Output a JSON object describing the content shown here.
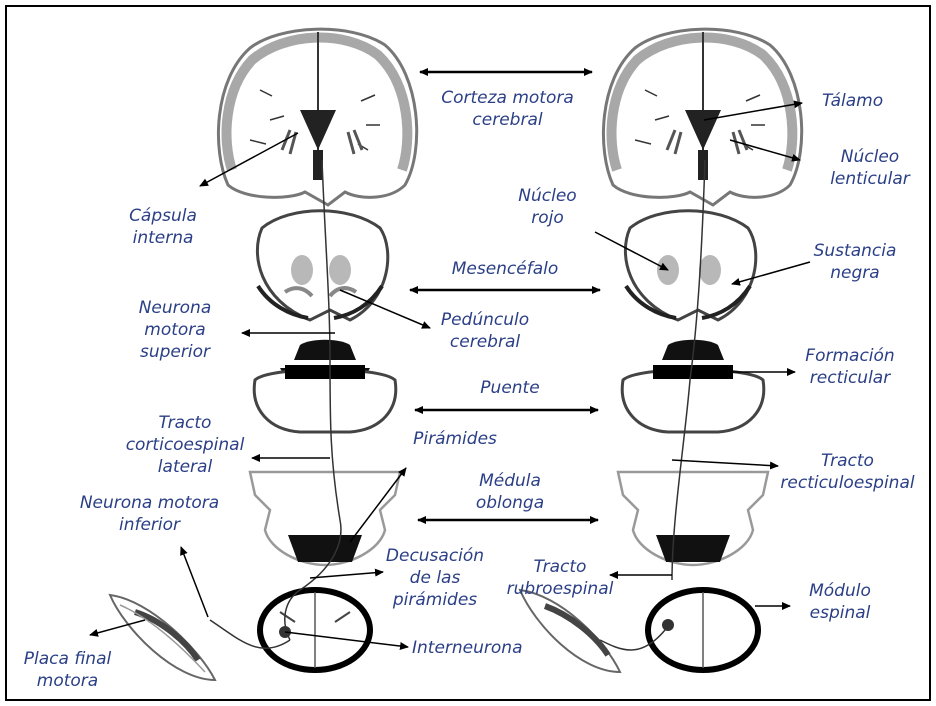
{
  "colors": {
    "label": "#2b3f86",
    "line": "#000000",
    "gray": "#8a8a8a",
    "lightgray": "#bdbdbd"
  },
  "labels": {
    "corteza_motora_cerebral": "Corteza motora\ncerebral",
    "talamo": "Tálamo",
    "nucleo_lenticular": "Núcleo\nlenticular",
    "capsula_interna": "Cápsula\ninterna",
    "nucleo_rojo": "Núcleo\nrojo",
    "mesencefalo": "Mesencéfalo",
    "sustancia_negra": "Sustancia\nnegra",
    "neurona_motora_superior": "Neurona\nmotora\nsuperior",
    "peduncul_cerebral": "Pedúnculo\ncerebral",
    "formacion_recticular": "Formación\nrecticular",
    "puente": "Puente",
    "tracto_corticoespinal_lateral": "Tracto\ncorticoespinal\nlateral",
    "piramides": "Pirámides",
    "tracto_recticuloespinal": "Tracto\nrecticuloespinal",
    "medula_oblonga": "Médula\noblonga",
    "neurona_motora_inferior": "Neurona motora\ninferior",
    "decusacion_piramides": "Decusación\nde las\npirámides",
    "tracto_rubroespinal": "Tracto\nrubroespinal",
    "modulo_espinal": "Módulo\nespinal",
    "placa_final_motora": "Placa final\nmotora",
    "interneurona": "Interneurona"
  }
}
